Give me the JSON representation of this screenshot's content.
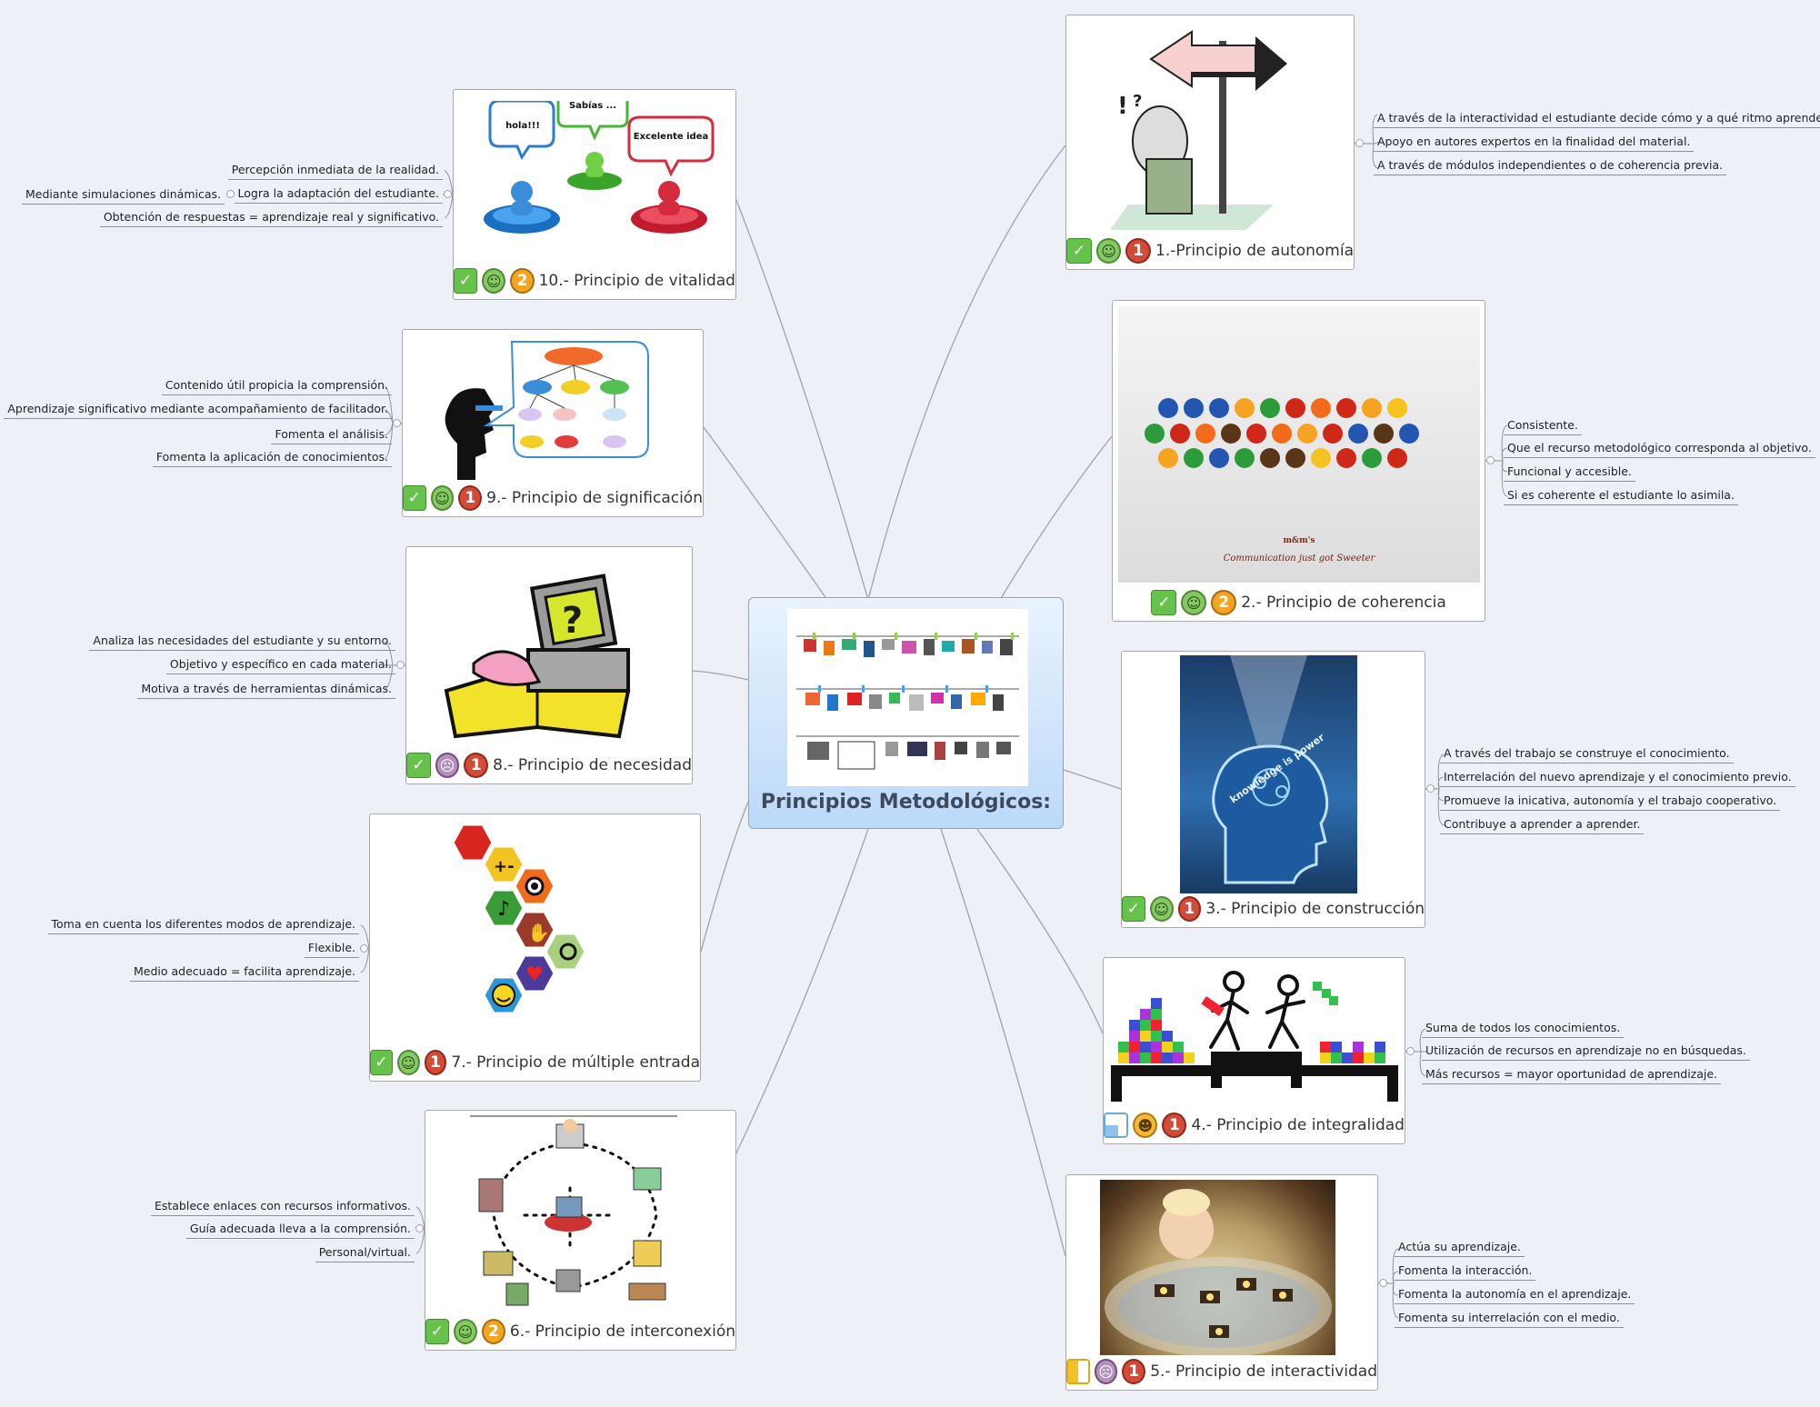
{
  "central": {
    "title": "Principios Metodológicos:"
  },
  "nodes": {
    "n1": {
      "title": "1.-Principio de autonomía",
      "leaves": [
        "A través de la interactividad el estudiante decide cómo y a qué ritmo aprende.",
        "Apoyo en autores expertos en la finalidad del material.",
        "A través de módulos independientes o de coherencia previa."
      ]
    },
    "n2": {
      "title": "2.- Principio de coherencia",
      "leaves": [
        "Consistente.",
        "Que el recurso metodológico corresponda al objetivo.",
        "Funcional y accesible.",
        "Si es coherente el estudiante lo asimila."
      ]
    },
    "n3": {
      "title": "3.- Principio de construcción",
      "leaves": [
        "A través del trabajo se construye el conocimiento.",
        "Interrelación del nuevo aprendizaje y el conocimiento previo.",
        "Promueve la inicativa, autonomía y el trabajo cooperativo.",
        "Contribuye a aprender a aprender."
      ]
    },
    "n4": {
      "title": "4.- Principio de integralidad",
      "leaves": [
        "Suma de todos los conocimientos.",
        "Utilización de recursos en aprendizaje no en búsquedas.",
        "Más recursos = mayor oportunidad de aprendizaje."
      ]
    },
    "n5": {
      "title": "5.- Principio de interactividad",
      "leaves": [
        "Actúa su aprendizaje.",
        "Fomenta la interacción.",
        "Fomenta la autonomía en el aprendizaje.",
        "Fomenta su interrelación con el medio."
      ]
    },
    "n6": {
      "title": "6.- Principio de interconexión",
      "leaves": [
        "Establece enlaces con recursos informativos.",
        "Guía adecuada lleva a la comprensión.",
        "Personal/virtual."
      ]
    },
    "n7": {
      "title": "7.- Principio de múltiple entrada",
      "leaves": [
        "Toma en cuenta los diferentes modos de aprendizaje.",
        "Flexible.",
        "Medio adecuado = facilita aprendizaje."
      ]
    },
    "n8": {
      "title": "8.- Principio de necesidad",
      "leaves": [
        "Analiza las necesidades del estudiante y su entorno.",
        "Objetivo y específico en cada material.",
        "Motiva a través de herramientas dinámicas."
      ]
    },
    "n9": {
      "title": "9.- Principio de significación",
      "leaves": [
        "Contenido útil propicia la comprensión.",
        "Aprendizaje significativo mediante acompañamiento de facilitador.",
        "Fomenta el análisis.",
        "Fomenta la aplicación de conocimientos."
      ]
    },
    "n10": {
      "title": "10.- Principio de vitalidad",
      "leaves": [
        "Percepción inmediata de la realidad.",
        "Logra la adaptación del estudiante.",
        "Obtención de respuestas = aprendizaje real y significativo."
      ],
      "subleaf": "Mediante simulaciones dinámicas."
    }
  },
  "image_text": {
    "bubbles": [
      "hola!!!",
      "Sabías ...",
      "Excelente idea"
    ],
    "mm_slogan": "Communication just got Sweeter",
    "mm_logo": "m&m's",
    "knowledge": "knowledge is power"
  },
  "markers": {
    "n1": [
      "check",
      "smile",
      "p1"
    ],
    "n2": [
      "check",
      "smile",
      "p2"
    ],
    "n3": [
      "check",
      "smile",
      "p1"
    ],
    "n4": [
      "task-quarter",
      "laugh",
      "p1"
    ],
    "n5": [
      "task-half",
      "sad",
      "p1"
    ],
    "n6": [
      "check",
      "smile",
      "p2"
    ],
    "n7": [
      "check",
      "smile",
      "p1"
    ],
    "n8": [
      "check",
      "sad",
      "p1"
    ],
    "n9": [
      "check",
      "smile",
      "p1"
    ],
    "n10": [
      "check",
      "smile",
      "p2"
    ]
  }
}
